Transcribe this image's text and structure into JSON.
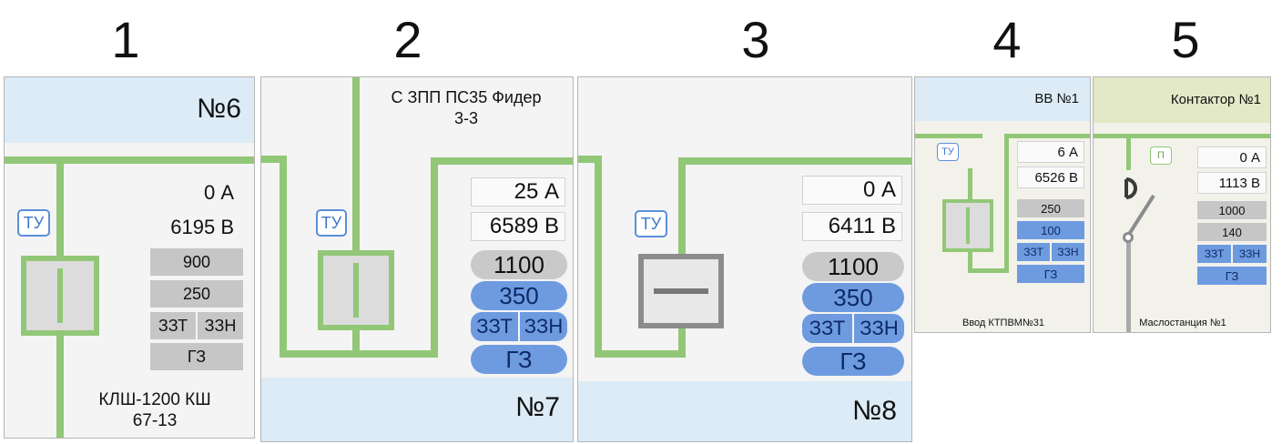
{
  "headers": [
    "1",
    "2",
    "3",
    "4",
    "5"
  ],
  "icons": {
    "remote_control": "ТУ-badge-icon",
    "local_control": "П-badge-icon",
    "breaker": "breaker-icon",
    "contactor": "contactor-switch-icon"
  },
  "colors": {
    "live_line": "#92c777",
    "dead_line": "#a8a8a8",
    "blue_band": "#dcebf6",
    "green_band": "#e3e8c6",
    "protection_blue": "#6e9be0",
    "setting_grey": "#c6c6c6",
    "badge_blue": "#5b8fdb"
  },
  "panels": [
    {
      "title": "№6",
      "badge": "ТУ",
      "current": "0 А",
      "voltage": "6195 В",
      "setting1": "900",
      "setting2": "250",
      "prot1": "ЗЗТ",
      "prot2": "ЗЗН",
      "prot3": "ГЗ",
      "caption_line1": "КЛШ-1200 КШ",
      "caption_line2": "67-13",
      "breaker_state": "closed"
    },
    {
      "title_line1": "С ЗПП ПС35 Фидер",
      "title_line2": "3-3",
      "badge": "ТУ",
      "current": "25 А",
      "voltage": "6589 В",
      "setting1": "1100",
      "setting2": "350",
      "prot1": "ЗЗТ",
      "prot2": "ЗЗН",
      "prot3": "ГЗ",
      "footer": "№7",
      "breaker_state": "closed"
    },
    {
      "badge": "ТУ",
      "current": "0 А",
      "voltage": "6411 В",
      "setting1": "1100",
      "setting2": "350",
      "prot1": "ЗЗТ",
      "prot2": "ЗЗН",
      "prot3": "ГЗ",
      "footer": "№8",
      "breaker_state": "open"
    },
    {
      "title": "ВВ №1",
      "badge": "ТУ",
      "current": "6 А",
      "voltage": "6526 В",
      "setting1": "250",
      "setting2": "100",
      "prot1": "ЗЗТ",
      "prot2": "ЗЗН",
      "prot3": "ГЗ",
      "caption": "Ввод КТПВМ№31",
      "breaker_state": "closed"
    },
    {
      "title": "Контактор №1",
      "badge": "П",
      "current": "0 А",
      "voltage": "1113 В",
      "setting1": "1000",
      "setting2": "140",
      "prot1": "ЗЗТ",
      "prot2": "ЗЗН",
      "prot3": "ГЗ",
      "caption": "Маслостанция №1",
      "contactor_state": "open"
    }
  ]
}
